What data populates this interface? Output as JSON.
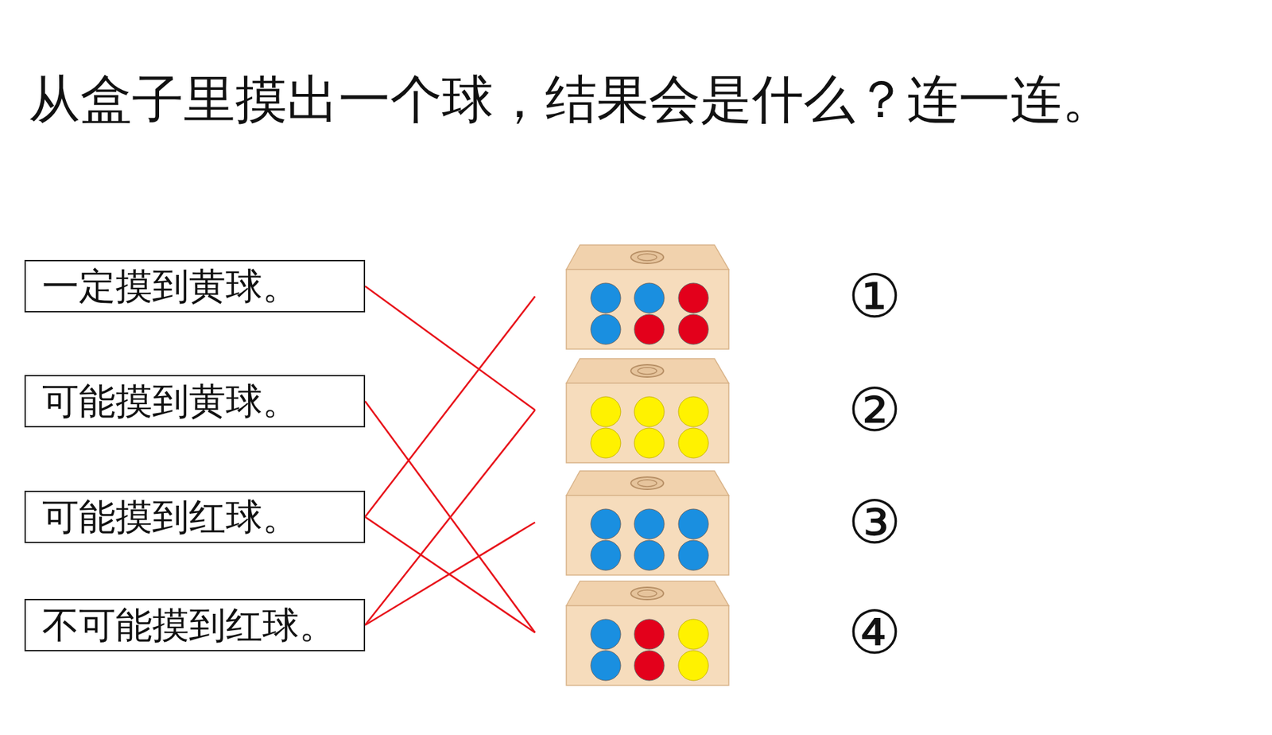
{
  "diagram": {
    "title": "从盒子里摸出一个球，结果会是什么？连一连。",
    "nodes": [
      {
        "text": [
          "一定摸到黄球。"
        ]
      },
      {
        "text": [
          "可能摸到黄球。"
        ]
      },
      {
        "text": [
          "可能摸到红球。"
        ]
      },
      {
        "text": [
          "不可能摸到红球。"
        ]
      },
      {
        "text": [
          "①"
        ]
      },
      {
        "text": [
          "②"
        ]
      },
      {
        "text": [
          "③"
        ]
      },
      {
        "text": [
          "④"
        ]
      }
    ],
    "edges": [
      {
        "from": 0,
        "to": 5,
        "arrow": "none"
      },
      {
        "from": 1,
        "to": 7,
        "arrow": "none"
      },
      {
        "from": 2,
        "to": 4,
        "arrow": "none"
      },
      {
        "from": 2,
        "to": 7,
        "arrow": "none"
      },
      {
        "from": 3,
        "to": 5,
        "arrow": "none"
      },
      {
        "from": 3,
        "to": 6,
        "arrow": "none"
      }
    ]
  }
}
